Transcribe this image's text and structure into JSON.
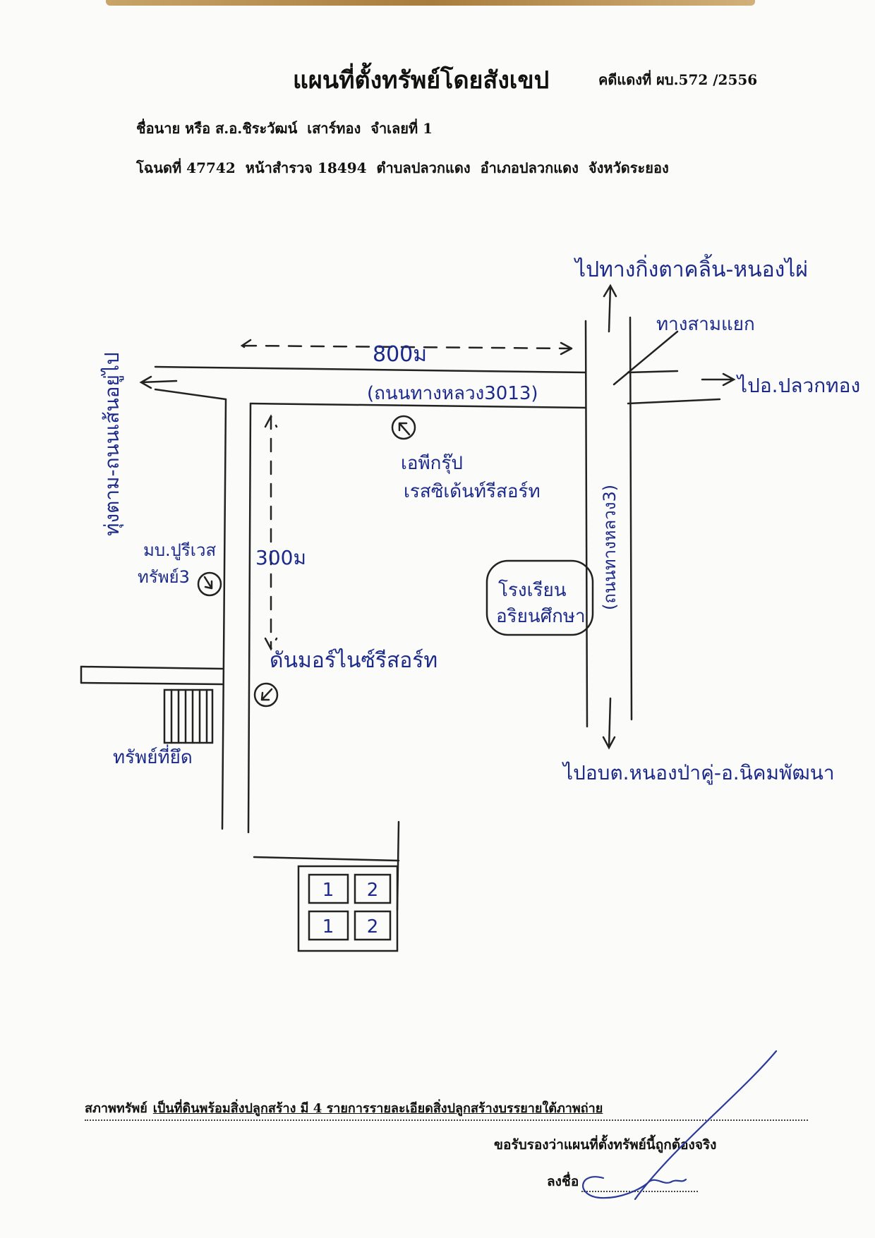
{
  "header": {
    "title": "แผนที่ตั้งทรัพย์โดยสังเขป",
    "case_number": "คดีแดงที่ ผบ.572 /2556"
  },
  "owner": {
    "label": "ชื่อนาย หรือ ส.อ.ชิระวัฒน์",
    "surname": "เสาร์ทอง",
    "defendant": "จำเลยที่ 1"
  },
  "deed": {
    "deed_no": "โฉนดที่ 47742",
    "survey_page": "หน้าสำรวจ 18494",
    "subdistrict": "ตำบลปลวกแดง",
    "district": "อำเภอปลวกแดง",
    "province": "จังหวัดระยอง"
  },
  "map": {
    "ink_color": "#1b2a8a",
    "labels": {
      "north_dest": "ไปทางกิ่งตาคลิ้น-หนองไผ่",
      "junction": "ทางสามแยก",
      "east_dest": "ไปอ.ปลวกทอง",
      "distance_h": "800ม",
      "road_h": "(ถนนทางหลวง3013)",
      "west_road": "ทุ่งตาม-ถนนเส้นอยู่ไป",
      "landmark1_line1": "เอพีกรุ๊ป",
      "landmark1_line2": "เรสซิเด้นท์รีสอร์ท",
      "landmark2_line1": "มบ.ปูรีเวส",
      "landmark2_line2": "ทรัพย์3",
      "distance_v": "300ม",
      "landmark3": "ดันมอร์ไนซ์รีสอร์ท",
      "school_line1": "โรงเรียน",
      "school_line2": "อริยนศึกษา",
      "road_v": "(ถนนทางหลวง3)",
      "property": "ทรัพย์ที่ยึด",
      "south_dest": "ไปอบต.หนองป่าคู่-อ.นิคมพัฒนา",
      "box": [
        "1",
        "2",
        "1",
        "2"
      ]
    }
  },
  "footer": {
    "condition_label": "สภาพทรัพย์",
    "condition_text": "เป็นที่ดินพร้อมสิ่งปลูกสร้าง มี 4 รายการรายละเอียดสิ่งปลูกสร้างบรรยายใต้ภาพถ่าย",
    "certify": "ขอรับรองว่าแผนที่ตั้งทรัพย์นี้ถูกต้องจริง",
    "sign_label": "ลงชื่อ"
  }
}
